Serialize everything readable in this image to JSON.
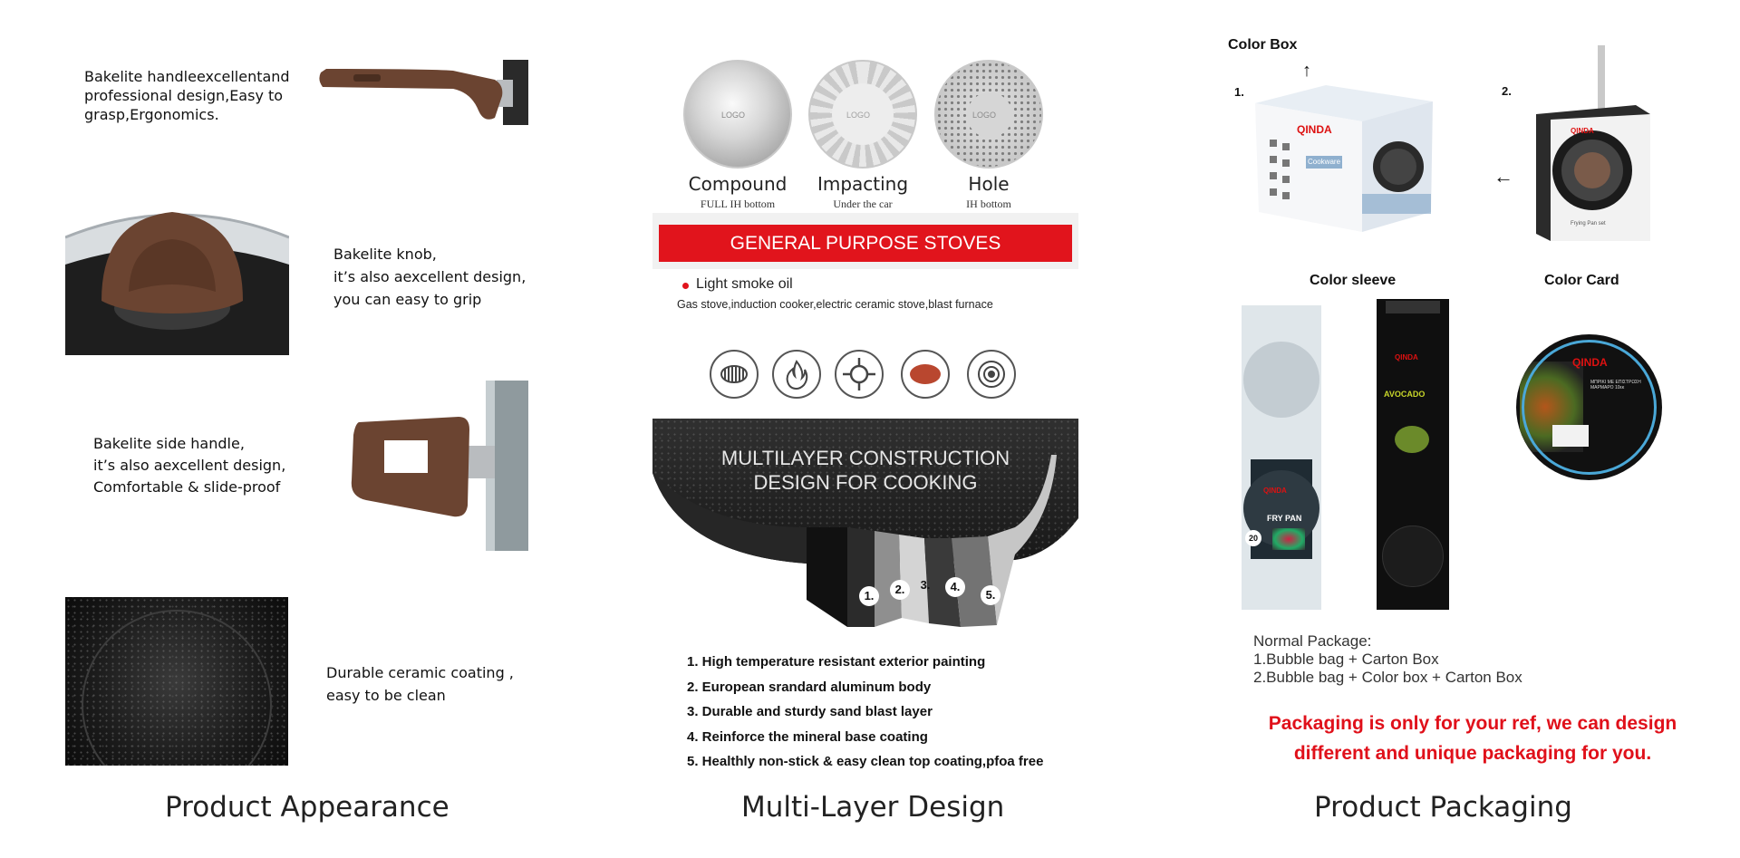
{
  "appearance": {
    "feature_1": [
      "Bakelite handleexcellentand",
      "professional design,Easy to",
      "grasp,Ergonomics."
    ],
    "feature_2": [
      "Bakelite knob,",
      "it’s also aexcellent design,",
      "you can easy to grip"
    ],
    "feature_3": [
      "Bakelite side handle,",
      " it’s also aexcellent design,",
      "Comfortable & slide-proof"
    ],
    "feature_4": [
      "Durable ceramic coating ,",
      "easy to be clean"
    ],
    "caption": "Product Appearance"
  },
  "multilayer": {
    "discs": [
      {
        "title": "Compound",
        "sub": "FULL IH bottom",
        "logo": "LOGO"
      },
      {
        "title": "Impacting",
        "sub": "Under the car",
        "logo": "LOGO"
      },
      {
        "title": "Hole",
        "sub": "IH bottom",
        "logo": "LOGO"
      }
    ],
    "banner": "GENERAL PURPOSE STOVES",
    "bullet": "Light smoke oil",
    "stoves_line": "Gas stove,induction cooker,electric ceramic stove,blast furnace",
    "stove_icons": [
      "induction-coil-icon",
      "flame-icon",
      "gas-burner-icon",
      "ceramic-plate-icon",
      "blast-furnace-icon"
    ],
    "construction_title_1": "MULTILAYER CONSTRUCTION",
    "construction_title_2": "DESIGN FOR COOKING",
    "layer_badges": [
      "1.",
      "2.",
      "3.",
      "4.",
      "5."
    ],
    "list": [
      "1. High temperature resistant exterior painting",
      "2. European srandard aluminum body",
      "3. Durable and sturdy sand blast layer",
      "4. Reinforce the mineral base coating",
      "5. Healthly non-stick & easy clean top coating,pfoa free"
    ],
    "caption": "Multi-Layer Design"
  },
  "packaging": {
    "color_box_title": "Color Box",
    "num_1": "1.",
    "num_2": "2.",
    "brand": "QINDA",
    "brand_sub": "Cookware",
    "frying_pan": "Frying Pan set",
    "color_sleeve_title": "Color sleeve",
    "color_card_title": "Color Card",
    "sleeve_fry_pan": "FRY PAN",
    "sleeve_avocado": "AVOCADO",
    "sleeve_size": "20",
    "card_greek": "ΜΠΡΙΚΙ ΜΕ ΕΠΙΣΤΡΩΣΗ ΜΑΡΜΑΡΟ 10εκ",
    "normal_package_label": "Normal Package",
    "normal_package_colon": ":",
    "normal_package_1": "1.Bubble bag + Carton Box",
    "normal_package_2": "2.Bubble bag + Color box + Carton Box",
    "note_line_1": "Packaging is only for your ref, we can design",
    "note_line_2": "different and unique packaging for you.",
    "caption": "Product Packaging"
  },
  "colors": {
    "banner_red": "#e1141c",
    "note_red": "#e0101a",
    "bakelite_brown": "#6b4431",
    "pan_black": "#1b1b1b"
  }
}
